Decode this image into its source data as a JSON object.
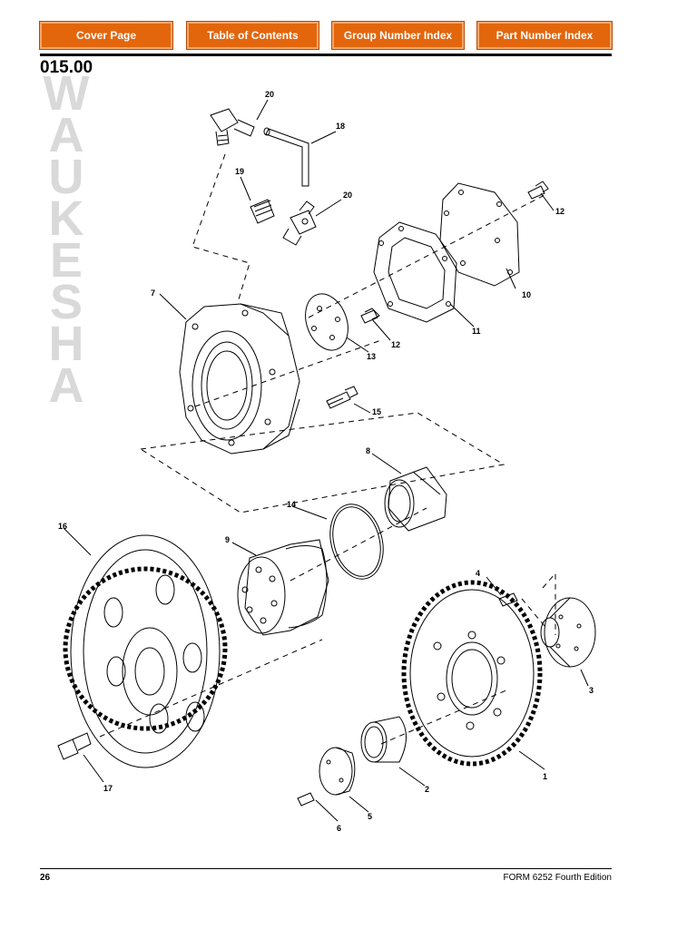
{
  "nav": {
    "buttons": [
      "Cover Page",
      "Table of Contents",
      "Group Number Index",
      "Part Number Index"
    ]
  },
  "header": {
    "group_number": "015.00"
  },
  "watermark": {
    "text": "WAUKESHA"
  },
  "callouts": {
    "c1": "1",
    "c2": "2",
    "c3": "3",
    "c4": "4",
    "c5": "5",
    "c6": "6",
    "c7": "7",
    "c8": "8",
    "c9": "9",
    "c10": "10",
    "c11": "11",
    "c12a": "12",
    "c12b": "12",
    "c13": "13",
    "c14": "14",
    "c15": "15",
    "c16": "16",
    "c17": "17",
    "c18": "18",
    "c19": "19",
    "c20a": "20",
    "c20b": "20"
  },
  "footer": {
    "page_number": "26",
    "form": "FORM 6252 Fourth Edition"
  },
  "colors": {
    "nav_button": "#e3660d",
    "watermark": "#d9d9d9"
  }
}
